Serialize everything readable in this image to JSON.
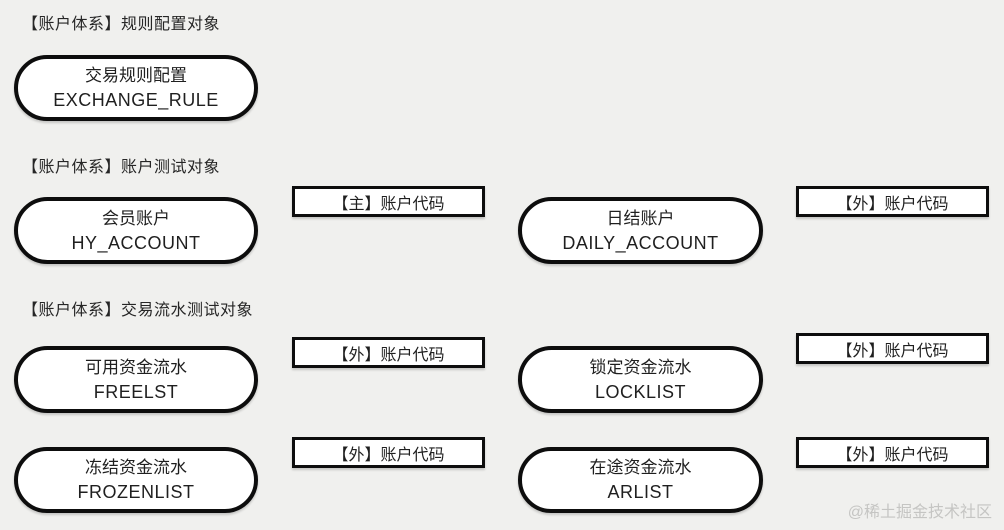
{
  "colors": {
    "background": "#f0f0ee",
    "node_fill": "#ffffff",
    "node_border": "#0d0d0d",
    "text": "#1f1f1f",
    "watermark": "#c5c5c3"
  },
  "sections": [
    {
      "title": "【账户体系】规则配置对象"
    },
    {
      "title": "【账户体系】账户测试对象"
    },
    {
      "title": "【账户体系】交易流水测试对象"
    }
  ],
  "nodes": [
    {
      "label": "交易规则配置",
      "code": "EXCHANGE_RULE"
    },
    {
      "label": "会员账户",
      "code": "HY_ACCOUNT"
    },
    {
      "label": "日结账户",
      "code": "DAILY_ACCOUNT"
    },
    {
      "label": "可用资金流水",
      "code": "FREELST"
    },
    {
      "label": "锁定资金流水",
      "code": "LOCKLIST"
    },
    {
      "label": "冻结资金流水",
      "code": "FROZENLIST"
    },
    {
      "label": "在途资金流水",
      "code": "ARLIST"
    }
  ],
  "tags": [
    {
      "label": "【主】账户代码"
    },
    {
      "label": "【外】账户代码"
    },
    {
      "label": "【外】账户代码"
    },
    {
      "label": "【外】账户代码"
    },
    {
      "label": "【外】账户代码"
    },
    {
      "label": "【外】账户代码"
    }
  ],
  "watermark": "@稀土掘金技术社区"
}
